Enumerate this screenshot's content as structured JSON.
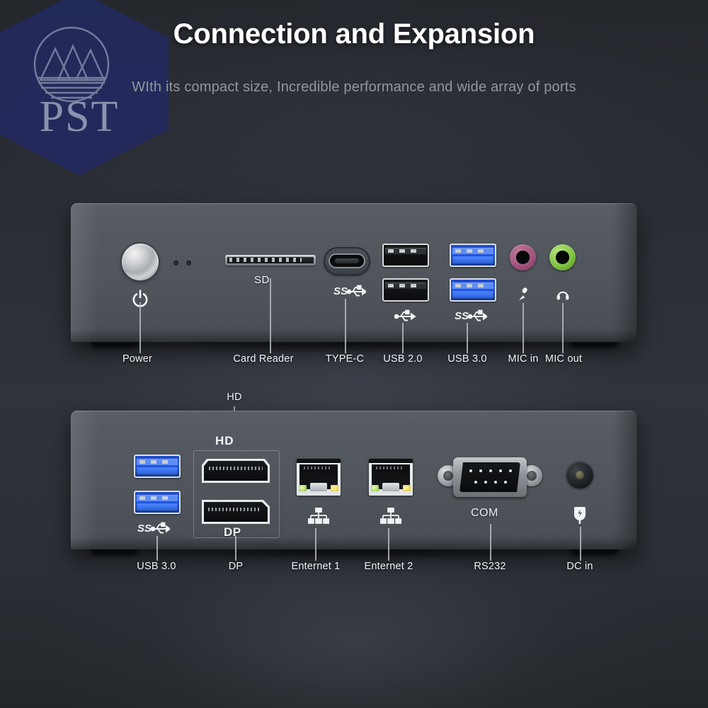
{
  "header": {
    "title": "Connection and Expansion",
    "subtitle": "WIth its compact size, Incredible performance and wide array of ports"
  },
  "watermark": {
    "brand": "PST",
    "logo_icon": "mountain-circle-logo-icon",
    "hex_color": "#232a5e"
  },
  "front_panel": {
    "name": "Front I/O panel",
    "chassis_markings": [
      {
        "text": "SD",
        "name": "sd-slot-marking"
      }
    ],
    "callouts": [
      {
        "label": "Power",
        "name": "callout-power"
      },
      {
        "label": "Card Reader",
        "name": "callout-card-reader"
      },
      {
        "label": "TYPE-C",
        "name": "callout-type-c"
      },
      {
        "label": "USB 2.0",
        "name": "callout-usb-2"
      },
      {
        "label": "USB 3.0",
        "name": "callout-usb-3"
      },
      {
        "label": "MIC in",
        "name": "callout-mic-in"
      },
      {
        "label": "MIC out",
        "name": "callout-mic-out"
      }
    ],
    "port_icons": [
      "power-icon",
      "superspeed-usb-icon",
      "usb-icon",
      "superspeed-usb-icon",
      "microphone-icon",
      "headphone-icon"
    ],
    "ports": [
      {
        "type": "power-button",
        "count": 1
      },
      {
        "type": "status-led",
        "count": 2
      },
      {
        "type": "sd-card-reader",
        "count": 1
      },
      {
        "type": "usb-type-c",
        "count": 1
      },
      {
        "type": "usb-2.0",
        "count": 2,
        "color": "#0a0b0d"
      },
      {
        "type": "usb-3.0",
        "count": 2,
        "color": "#2358e4"
      },
      {
        "type": "mic-in-jack",
        "count": 1,
        "color": "#a0517a"
      },
      {
        "type": "mic-out-jack",
        "count": 1,
        "color": "#7cc23f"
      }
    ]
  },
  "rear_panel": {
    "name": "Rear I/O panel",
    "top_callout": {
      "label": "HD",
      "name": "callout-hd"
    },
    "chassis_markings": [
      {
        "text": "HD",
        "name": "hdmi-marking"
      },
      {
        "text": "DP",
        "name": "dp-marking"
      },
      {
        "text": "COM",
        "name": "com-marking"
      }
    ],
    "callouts": [
      {
        "label": "USB 3.0",
        "name": "callout-rear-usb-3"
      },
      {
        "label": "DP",
        "name": "callout-dp"
      },
      {
        "label": "Enternet 1",
        "name": "callout-ethernet-1"
      },
      {
        "label": "Enternet 2",
        "name": "callout-ethernet-2"
      },
      {
        "label": "RS232",
        "name": "callout-rs232"
      },
      {
        "label": "DC in",
        "name": "callout-dc-in"
      }
    ],
    "port_icons": [
      "superspeed-usb-icon",
      "lan-icon",
      "lan-icon",
      "power-plug-icon"
    ],
    "ports": [
      {
        "type": "usb-3.0",
        "count": 2,
        "color": "#2358e4"
      },
      {
        "type": "hdmi",
        "count": 1
      },
      {
        "type": "displayport",
        "count": 1
      },
      {
        "type": "rj45-ethernet",
        "count": 2
      },
      {
        "type": "db9-serial",
        "count": 1
      },
      {
        "type": "dc-power-jack",
        "count": 1
      }
    ]
  },
  "theme": {
    "background": "#2b2f36",
    "chassis": "#50555c",
    "label_color": "#f1f3f5",
    "title_color": "#ffffff",
    "subtitle_color": "#93979e"
  }
}
